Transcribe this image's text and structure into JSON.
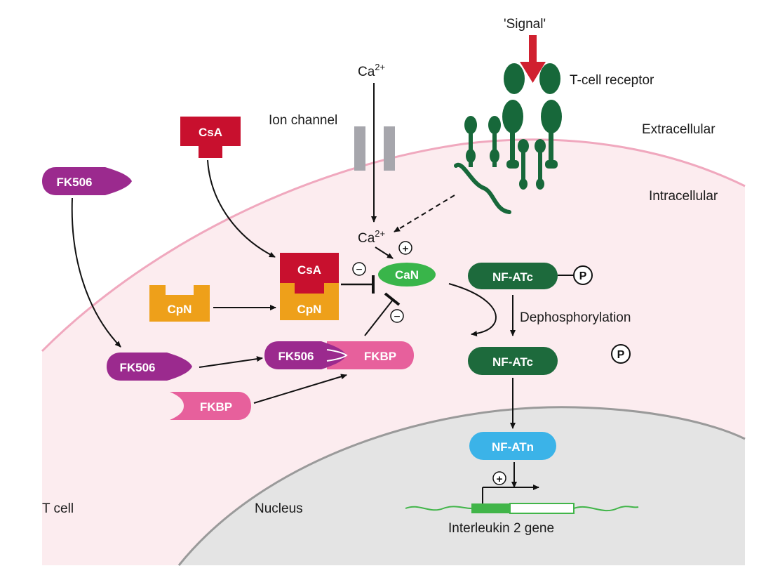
{
  "labels": {
    "signal": "'Signal'",
    "tcell_receptor": "T-cell receptor",
    "extracellular": "Extracellular",
    "intracellular": "Intracellular",
    "ion_channel": "Ion channel",
    "ca_top_base": "Ca",
    "ca_top_sup": "2+",
    "ca_mid_base": "Ca",
    "ca_mid_sup": "2+",
    "dephosphorylation": "Dephosphorylation",
    "t_cell": "T cell",
    "nucleus": "Nucleus",
    "il2_gene": "Interleukin 2 gene"
  },
  "molecules": {
    "csa_free": "CsA",
    "csa_bound": "CsA",
    "cpn_free": "CpN",
    "cpn_bound": "CpN",
    "fk506_top": "FK506",
    "fk506_mid": "FK506",
    "fk506_bound": "FK506",
    "fkbp_free": "FKBP",
    "fkbp_bound": "FKBP",
    "can": "CaN",
    "nfatc_p": "NF-ATc",
    "nfatc": "NF-ATc",
    "nfatn": "NF-ATn"
  },
  "symbols": {
    "phosphate_1": "P",
    "phosphate_2": "P",
    "plus_can": "+",
    "plus_gene": "+",
    "minus_csa": "−",
    "minus_fkbp": "−"
  },
  "colors": {
    "cell_fill": "#fcecef",
    "membrane": "#f0a8be",
    "nucleus_fill": "#e4e4e4",
    "nucleus_edge": "#9a9a9a",
    "csa_red": "#c8102e",
    "cpn_gold": "#eea01a",
    "fk506_purple": "#9b2a8e",
    "fkbp_pink": "#e7609c",
    "can_green": "#39b54a",
    "nfat_dark_green": "#1d6a3c",
    "nfatn_blue": "#3bb3e8",
    "receptor_green": "#17683a",
    "channel_gray": "#a6a6ac",
    "signal_red": "#d0202f",
    "gene_green": "#41b549"
  }
}
